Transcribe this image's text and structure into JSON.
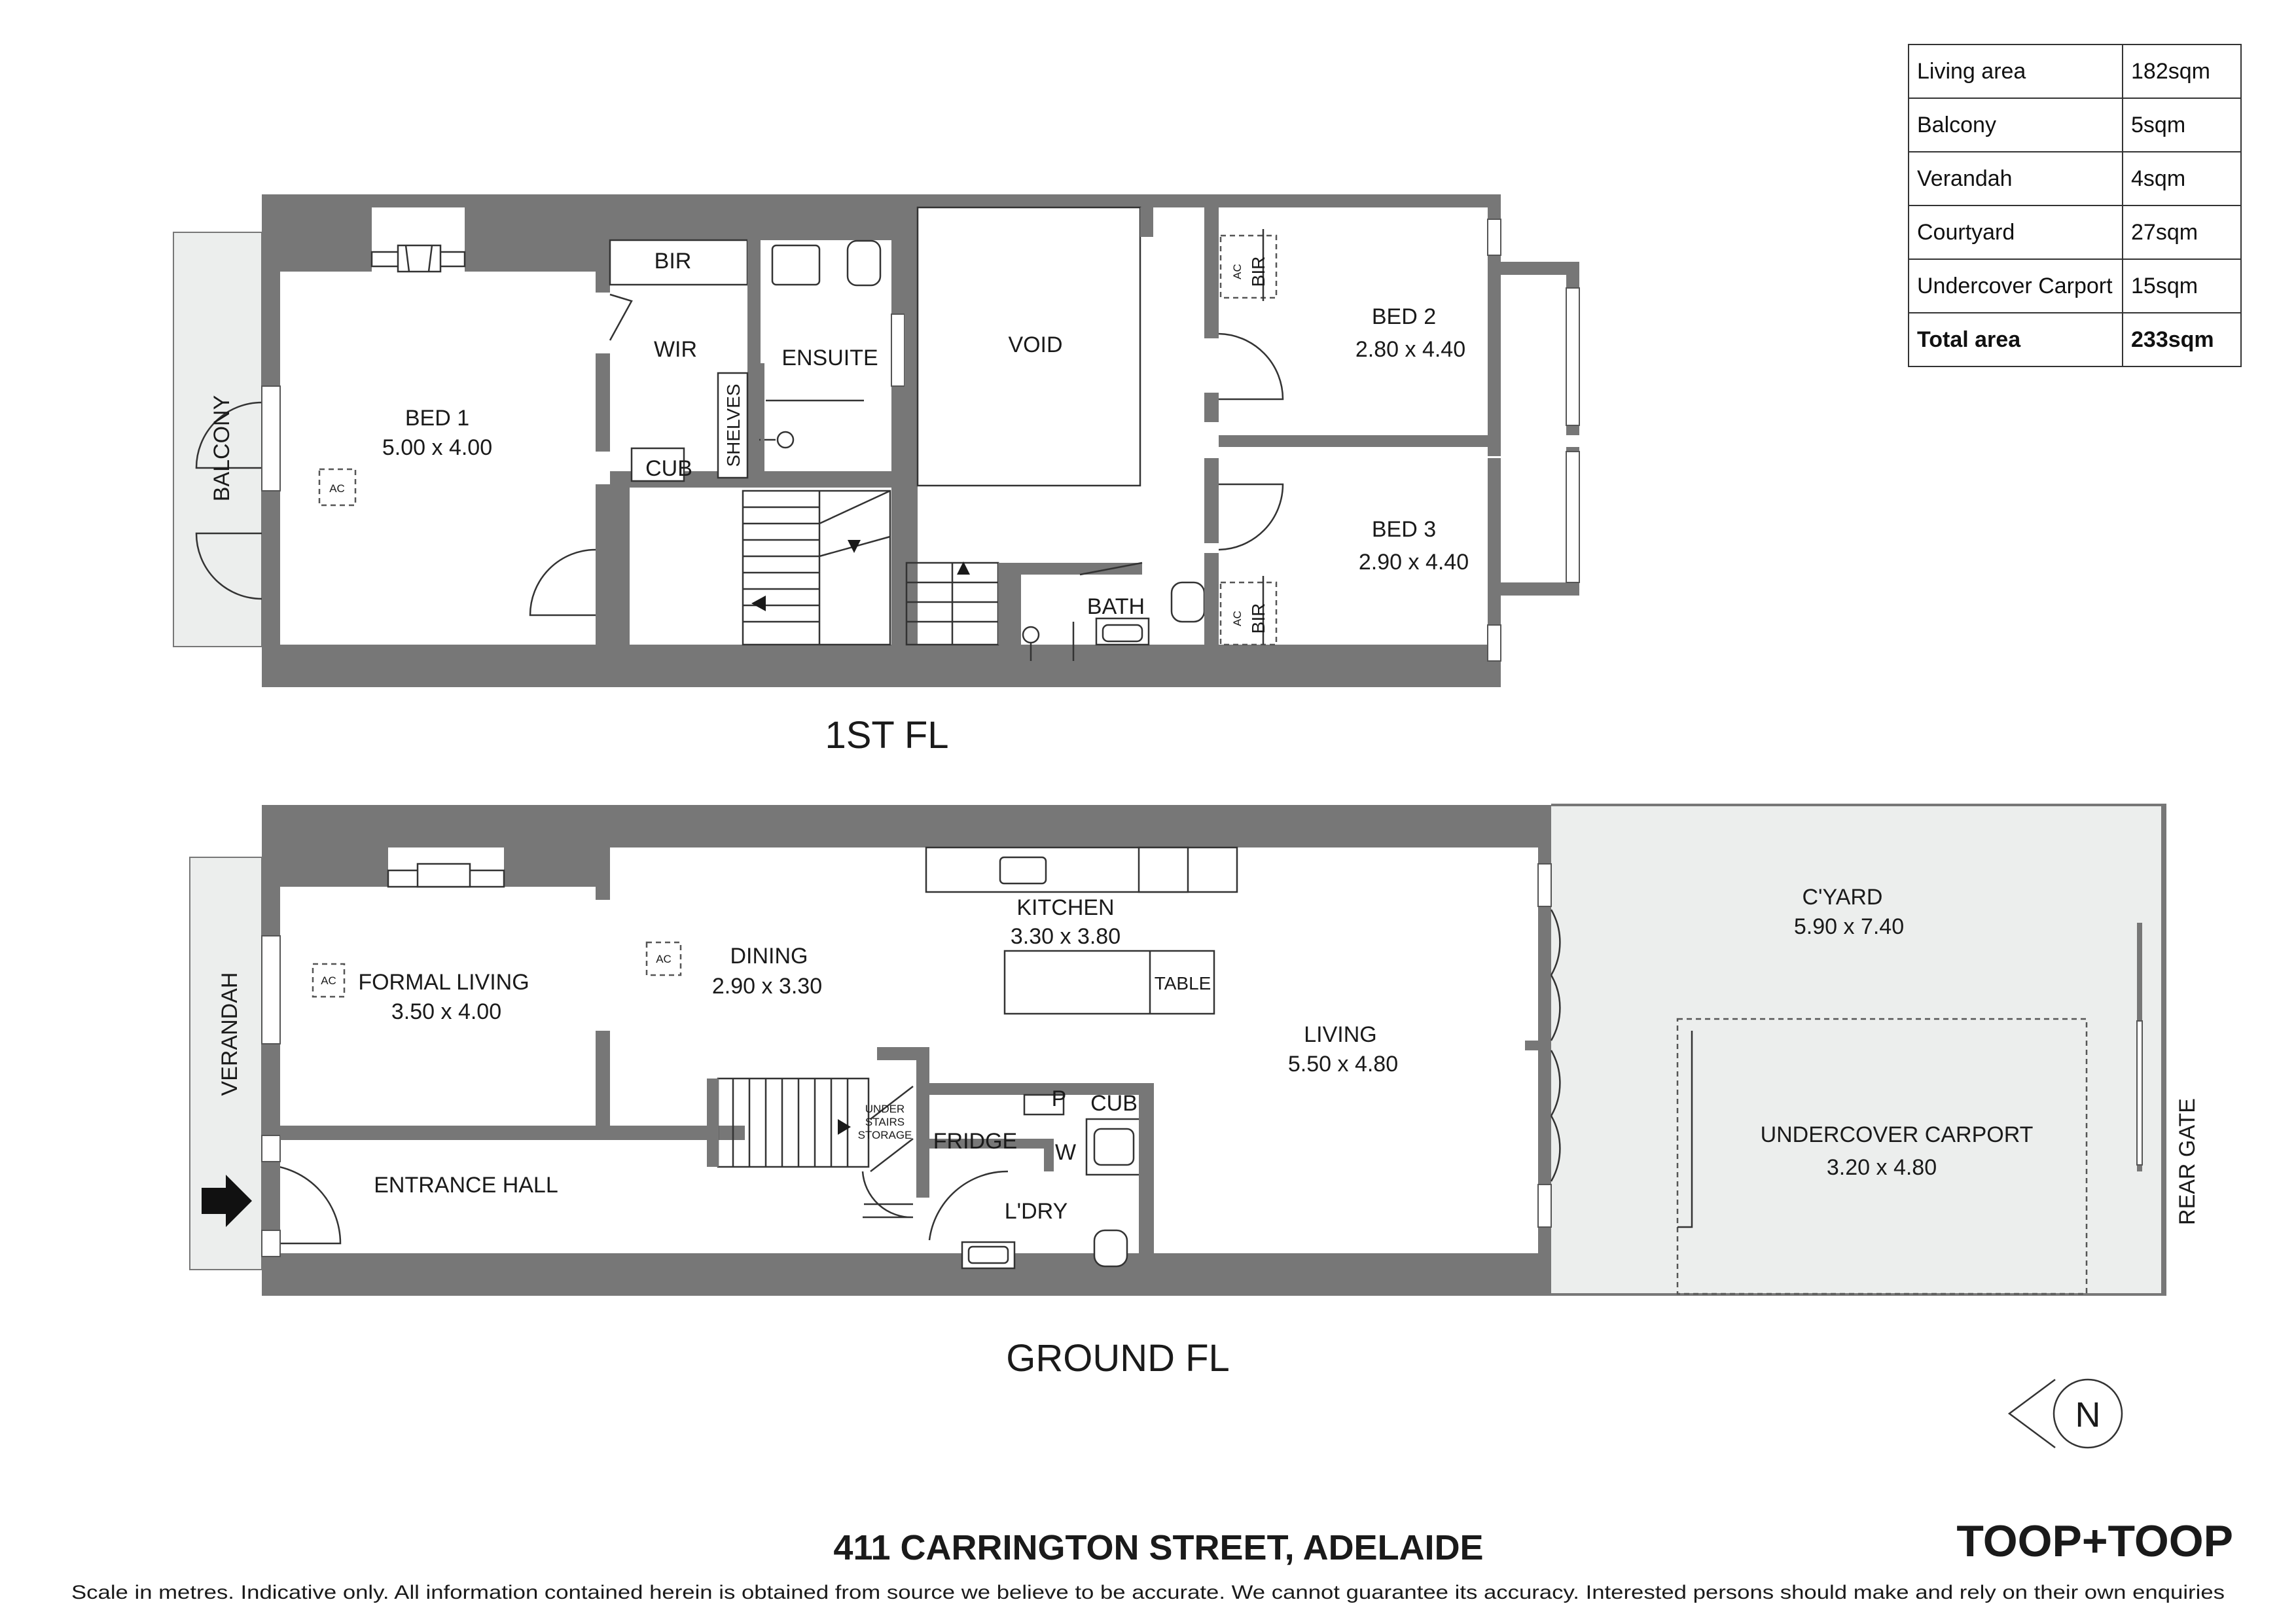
{
  "area_table": [
    {
      "label": "Living area",
      "value": "182sqm"
    },
    {
      "label": "Balcony",
      "value": "5sqm"
    },
    {
      "label": "Verandah",
      "value": "4sqm"
    },
    {
      "label": "Courtyard",
      "value": "27sqm"
    },
    {
      "label": "Undercover Carport",
      "value": "15sqm"
    },
    {
      "label": "Total area",
      "value": "233sqm"
    }
  ],
  "first_floor": {
    "title": "1ST FL",
    "balcony": "BALCONY",
    "bed1": {
      "name": "BED 1",
      "dims": "5.00 x 4.00"
    },
    "ac": "AC",
    "bir": "BIR",
    "wir": "WIR",
    "ensuite": "ENSUITE",
    "shelves": "SHELVES",
    "cub": "CUB",
    "void": "VOID",
    "bath": "BATH",
    "bed2": {
      "name": "BED 2",
      "dims": "2.80 x 4.40"
    },
    "bed3": {
      "name": "BED 3",
      "dims": "2.90 x 4.40"
    }
  },
  "ground_floor": {
    "title": "GROUND FL",
    "verandah": "VERANDAH",
    "formal_living": {
      "name": "FORMAL LIVING",
      "dims": "3.50 x 4.00"
    },
    "dining": {
      "name": "DINING",
      "dims": "2.90 x 3.30"
    },
    "kitchen": {
      "name": "KITCHEN",
      "dims": "3.30 x 3.80"
    },
    "table": "TABLE",
    "living": {
      "name": "LIVING",
      "dims": "5.50 x 4.80"
    },
    "entrance_hall": "ENTRANCE HALL",
    "under_stairs": [
      "UNDER",
      "STAIRS",
      "STORAGE"
    ],
    "fridge": "FRIDGE",
    "p": "P",
    "cub": "CUB",
    "w": "W",
    "laundry": "L'DRY",
    "courtyard": {
      "name": "C'YARD",
      "dims": "5.90 x 7.40"
    },
    "carport": {
      "name": "UNDERCOVER CARPORT",
      "dims": "3.20 x 4.80"
    },
    "rear_gate": "REAR GATE",
    "ac": "AC"
  },
  "compass": "N",
  "address": "411 CARRINGTON STREET, ADELAIDE",
  "brand": "TOOP+TOOP",
  "disclaimer": "Scale in metres. Indicative only. All information contained herein is obtained from source we believe to be accurate. We cannot guarantee its accuracy. Interested persons should make and rely on their own enquiries"
}
